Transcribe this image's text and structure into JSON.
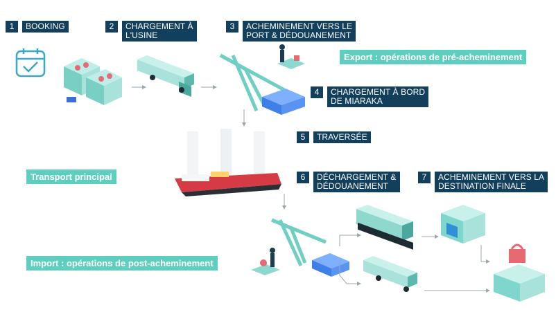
{
  "steps": [
    {
      "num": "1",
      "lines": [
        "BOOKING"
      ]
    },
    {
      "num": "2",
      "lines": [
        "CHARGEMENT À",
        "L'USINE"
      ]
    },
    {
      "num": "3",
      "lines": [
        "ACHEMINEMENT VERS LE",
        "PORT & DÉDOUANEMENT"
      ]
    },
    {
      "num": "4",
      "lines": [
        "CHARGEMENT À BORD",
        "DE MIARAKA"
      ]
    },
    {
      "num": "5",
      "lines": [
        "TRAVERSÉE"
      ]
    },
    {
      "num": "6",
      "lines": [
        "DÉCHARGEMENT &",
        "DÉDOUANEMENT"
      ]
    },
    {
      "num": "7",
      "lines": [
        "ACHEMINEMENT VERS LA",
        "DESTINATION FINALE"
      ]
    }
  ],
  "phases": {
    "export": "Export : opérations de pré-acheminement",
    "main": "Transport principal",
    "import": "Import : opérations de post-acheminement"
  },
  "colors": {
    "label_bg": "#123f5c",
    "phase_bg": "#5ecfbe",
    "teal": "#7fd6cc",
    "ship_red": "#d63b45"
  }
}
